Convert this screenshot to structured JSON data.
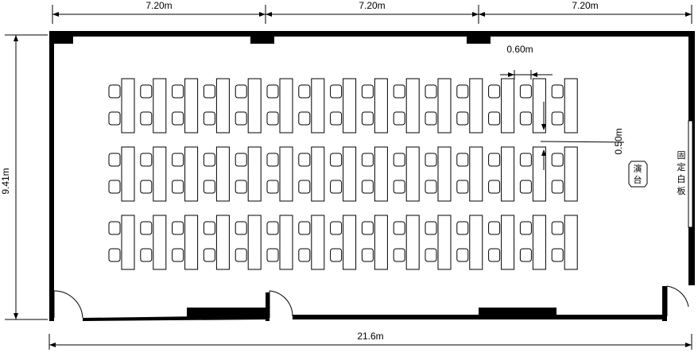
{
  "dimensions": {
    "top_segments": [
      "7.20m",
      "7.20m",
      "7.20m"
    ],
    "bottom_total": "21.6m",
    "left_height": "9.41m",
    "desk_gap": "0.60m",
    "aisle_gap": "0.50m"
  },
  "labels": {
    "podium": [
      "演",
      "台"
    ],
    "whiteboard": [
      "固",
      "定",
      "白",
      "板"
    ]
  },
  "layout": {
    "seat_rows": 3,
    "seat_columns": 15,
    "chairs_per_desk": 2
  }
}
